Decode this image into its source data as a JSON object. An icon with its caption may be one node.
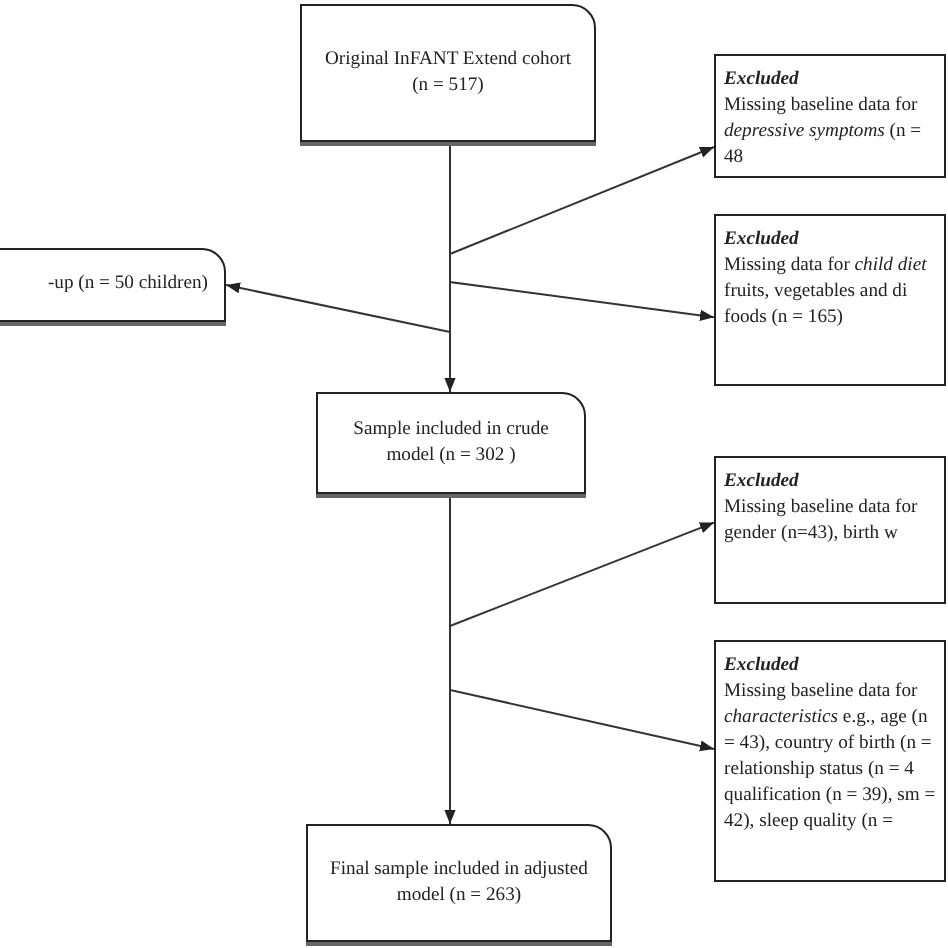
{
  "diagram": {
    "nodes": [
      {
        "text": [
          "Original InFANT Extend cohort (n = 517)"
        ]
      },
      {
        "text": [
          "Excluded",
          "Missing baseline data for *depressive symptoms* (n = 48"
        ]
      },
      {
        "text": [
          "-up (n = 50 children)"
        ]
      },
      {
        "text": [
          "Excluded",
          "Missing data for *child diet* fruits, vegetables and di foods (n = 165)"
        ]
      },
      {
        "text": [
          "Sample included in crude model (n = 302 )"
        ]
      },
      {
        "text": [
          "Excluded",
          "Missing baseline data for gender (n=43), birth w"
        ]
      },
      {
        "text": [
          "Excluded",
          "Missing baseline data for *characteristics* e.g., age (n = 43), country of birth (n = relationship status (n = 4 qualification (n = 39), sm = 42), sleep quality (n ="
        ]
      },
      {
        "text": [
          "Final sample included in adjusted model (n = 263)"
        ]
      }
    ],
    "edges": [
      {
        "from": 0,
        "to": 4,
        "arrow": "to"
      },
      {
        "from": 0,
        "to": 1,
        "arrow": "to"
      },
      {
        "from": 0,
        "to": 3,
        "arrow": "to"
      },
      {
        "from": 0,
        "to": 2,
        "arrow": "to"
      },
      {
        "from": 4,
        "to": 7,
        "arrow": "to"
      },
      {
        "from": 4,
        "to": 5,
        "arrow": "to"
      },
      {
        "from": 4,
        "to": 6,
        "arrow": "to"
      }
    ]
  }
}
